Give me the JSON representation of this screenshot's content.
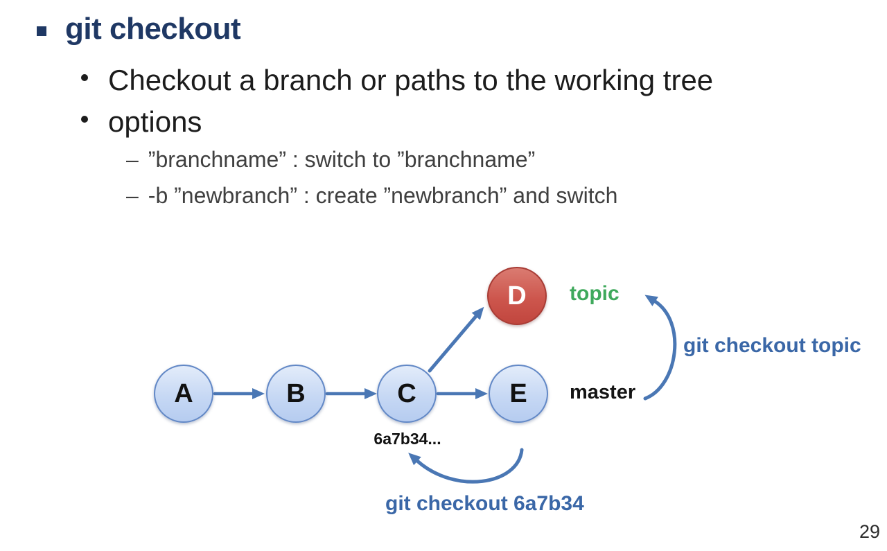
{
  "slide": {
    "title": "git checkout",
    "bullets": [
      "Checkout a branch or paths to the working tree",
      "options"
    ],
    "sub_bullet_marker": "–",
    "sub_bullets": [
      "”branchname” : switch to ”branchname”",
      "-b ”newbranch” : create ”newbranch” and switch"
    ],
    "page_number": "29"
  },
  "diagram": {
    "nodes": [
      {
        "id": "A",
        "label": "A",
        "branch": "master"
      },
      {
        "id": "B",
        "label": "B",
        "branch": "master"
      },
      {
        "id": "C",
        "label": "C",
        "branch": "master",
        "hash": "6a7b34..."
      },
      {
        "id": "E",
        "label": "E",
        "branch": "master"
      },
      {
        "id": "D",
        "label": "D",
        "branch": "topic"
      }
    ],
    "edges": [
      {
        "from": "A",
        "to": "B"
      },
      {
        "from": "B",
        "to": "C"
      },
      {
        "from": "C",
        "to": "E"
      },
      {
        "from": "C",
        "to": "D"
      }
    ],
    "labels": {
      "commit_hash": "6a7b34...",
      "branch_topic": "topic",
      "branch_master": "master",
      "cmd_checkout_topic": "git checkout topic",
      "cmd_checkout_hash": "git checkout 6a7b34"
    },
    "colors": {
      "title_navy": "#1f3864",
      "node_fill": "#c6d8f4",
      "node_border": "#6288c6",
      "node_d_fill": "#cd564d",
      "node_d_border": "#a83c35",
      "arrow_blue": "#4a77b4",
      "command_text_blue": "#3a67a7",
      "topic_green": "#3fa95c"
    }
  }
}
